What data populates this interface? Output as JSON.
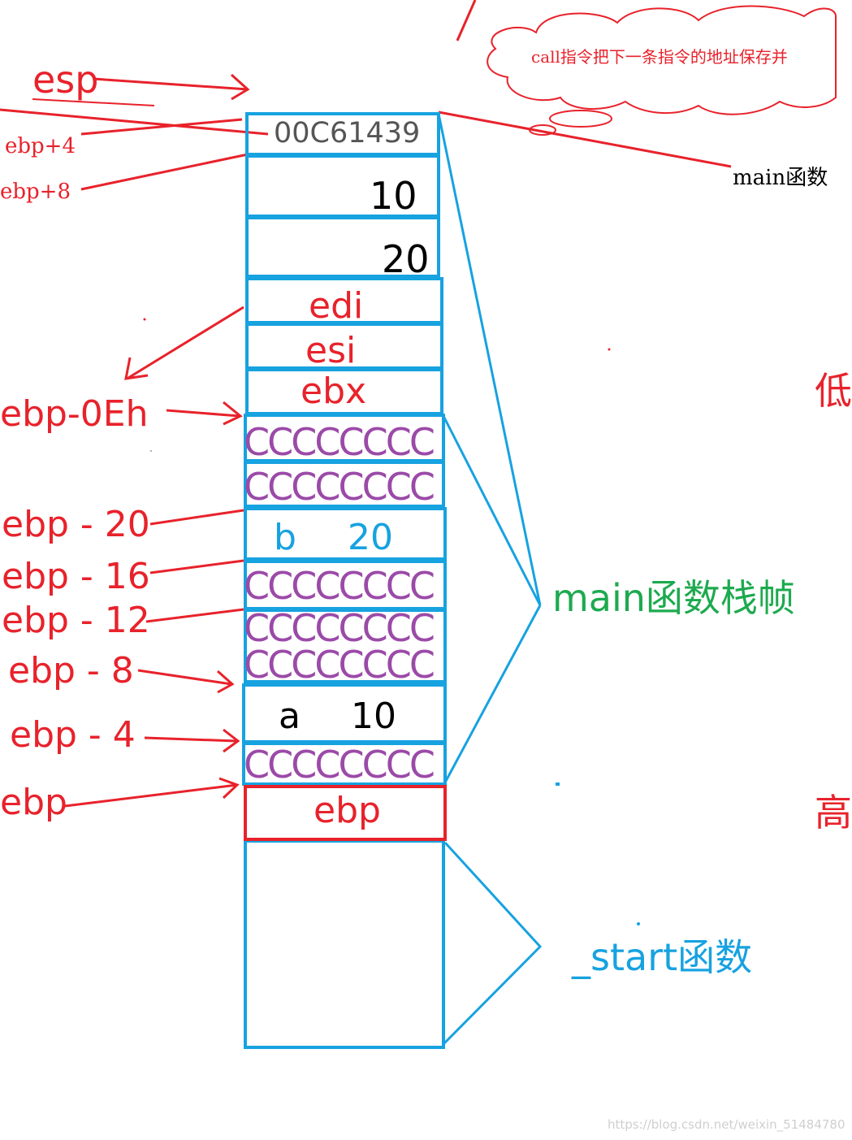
{
  "stack_cells": [
    {
      "id": "ret-addr",
      "text": "00C61439"
    },
    {
      "id": "arg-a",
      "text": "10"
    },
    {
      "id": "arg-b",
      "text": "20"
    },
    {
      "id": "edi",
      "text": "edi"
    },
    {
      "id": "esi",
      "text": "esi"
    },
    {
      "id": "ebx",
      "text": "ebx"
    },
    {
      "id": "fill-1",
      "text": "CCCCCCCC"
    },
    {
      "id": "fill-2",
      "text": "CCCCCCCC"
    },
    {
      "id": "var-b",
      "name": "b",
      "value": "20"
    },
    {
      "id": "fill-3",
      "text": "CCCCCCCC"
    },
    {
      "id": "fill-4",
      "text": "CCCCCCCC"
    },
    {
      "id": "fill-5",
      "text": "CCCCCCCC"
    },
    {
      "id": "var-a",
      "name": "a",
      "value": "10"
    },
    {
      "id": "fill-6",
      "text": "CCCCCCCC"
    },
    {
      "id": "saved-ebp",
      "text": "ebp"
    }
  ],
  "pointer_labels": {
    "esp": "esp",
    "ebp_plus_4": "ebp+4",
    "ebp_plus_8": "ebp+8",
    "ebp_minus_0eh": "ebp-0Eh",
    "ebp_minus_20": "ebp - 20",
    "ebp_minus_16": "ebp - 16",
    "ebp_minus_12": "ebp - 12",
    "ebp_minus_8": "ebp - 8",
    "ebp_minus_4": "ebp - 4",
    "ebp": "ebp"
  },
  "annotations": {
    "cloud_text": "call指令把下一条指令的地址保存并",
    "main_func_note": "main函数",
    "main_frame_label": "main函数栈帧",
    "start_func_label": "_start函数",
    "low_partial": "低",
    "high_partial": "高",
    "watermark": "https://blog.csdn.net/weixin_51484780"
  },
  "colors": {
    "red": "#e8222b",
    "blue": "#17a2e0",
    "purple": "#9b4aa8",
    "green": "#1daa4f",
    "gray": "#555555"
  }
}
